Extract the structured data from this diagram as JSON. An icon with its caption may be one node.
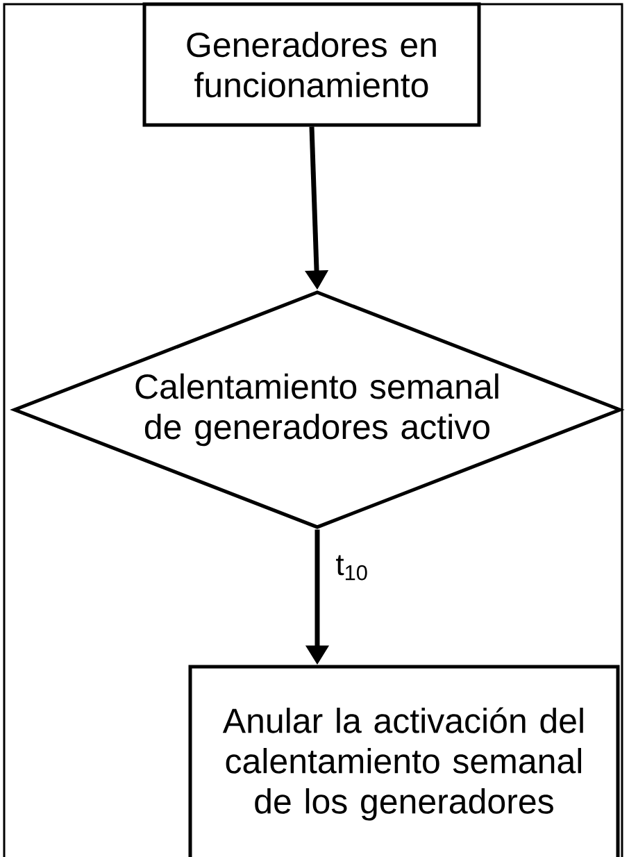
{
  "diagram": {
    "nodes": [
      {
        "text": [
          "Generadores en funcionamiento"
        ]
      },
      {
        "text": [
          "Calentamiento semanal  de generadores activo"
        ]
      },
      {
        "text": [
          "Anular la activación del calentamiento semanal de los generadores"
        ]
      }
    ],
    "edges": [
      {
        "from": 0,
        "to": 1,
        "arrow": "to"
      },
      {
        "from": 1,
        "to": 2,
        "arrow": "to",
        "label": "t$_{10}$"
      }
    ]
  }
}
